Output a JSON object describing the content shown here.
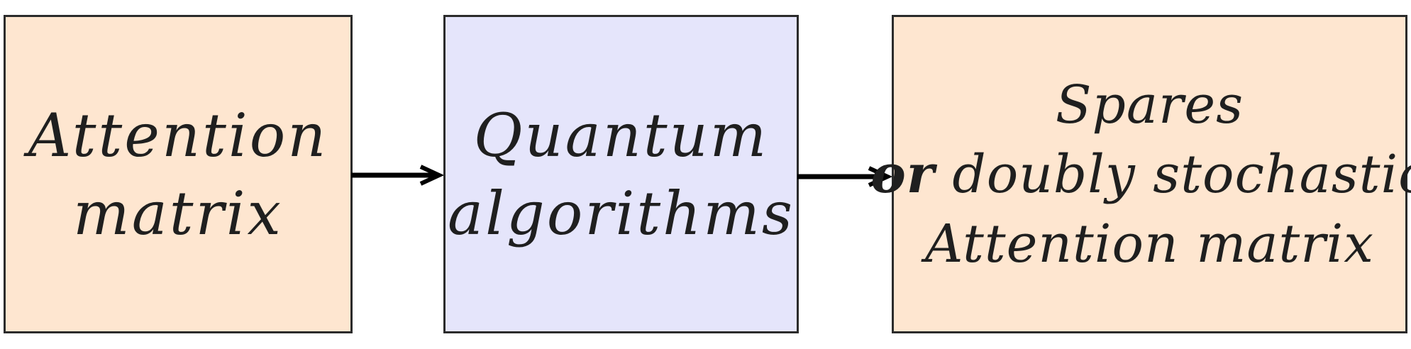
{
  "colors": {
    "peach_box": "#fee6d0",
    "lavender_box": "#e5e5fb",
    "border": "#2b2b2b",
    "arrow": "#000000"
  },
  "boxes": {
    "attention": {
      "line1": "Attention",
      "line2": "matrix"
    },
    "quantum": {
      "line1": "Quantum",
      "line2": "algorithms"
    },
    "output": {
      "line1": "Spares",
      "line2_bold": "or",
      "line2_rest": " doubly stochastic",
      "line3": "Attention matrix"
    }
  }
}
